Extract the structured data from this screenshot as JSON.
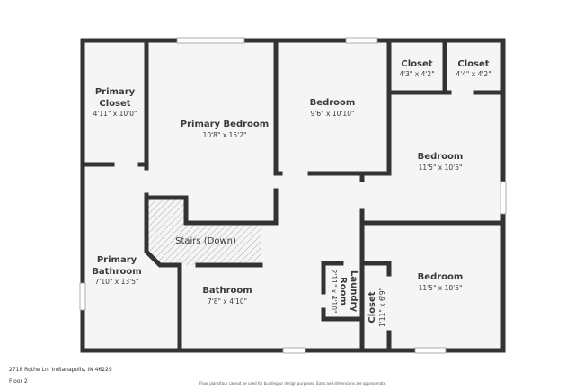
{
  "address": "2718 Rothe Ln, Indianapolis, IN 46229",
  "floor": "Floor 2",
  "disclaimer": "Floor plans/tour cannot be used for building or design purposes. Sizes and dimensions are approximate.",
  "colors": {
    "wall": "#333333",
    "floor": "#f5f5f5",
    "stairs_hatch": "#999999"
  },
  "rooms": [
    {
      "name_lines": [
        "Primary",
        "Closet"
      ],
      "dims": "4'11\" x 10'0\""
    },
    {
      "name_lines": [
        "Primary Bedroom"
      ],
      "dims": "10'8\" x 15'2\""
    },
    {
      "name_lines": [
        "Bedroom"
      ],
      "dims": "9'6\" x 10'10\""
    },
    {
      "name_lines": [
        "Closet"
      ],
      "dims": "4'3\" x 4'2\""
    },
    {
      "name_lines": [
        "Closet"
      ],
      "dims": "4'4\" x 4'2\""
    },
    {
      "name_lines": [
        "Bedroom"
      ],
      "dims": "11'5\" x 10'5\""
    },
    {
      "name_lines": [
        "Stairs (Down)"
      ],
      "dims": ""
    },
    {
      "name_lines": [
        "Primary",
        "Bathroom"
      ],
      "dims": "7'10\" x 13'5\""
    },
    {
      "name_lines": [
        "Bathroom"
      ],
      "dims": "7'8\" x 4'10\""
    },
    {
      "name_lines": [
        "Laundry",
        "Room"
      ],
      "dims": "2'11\" x 4'10\""
    },
    {
      "name_lines": [
        "Closet"
      ],
      "dims": "1'11\" x 6'9\""
    },
    {
      "name_lines": [
        "Bedroom"
      ],
      "dims": "11'5\" x 10'5\""
    }
  ]
}
